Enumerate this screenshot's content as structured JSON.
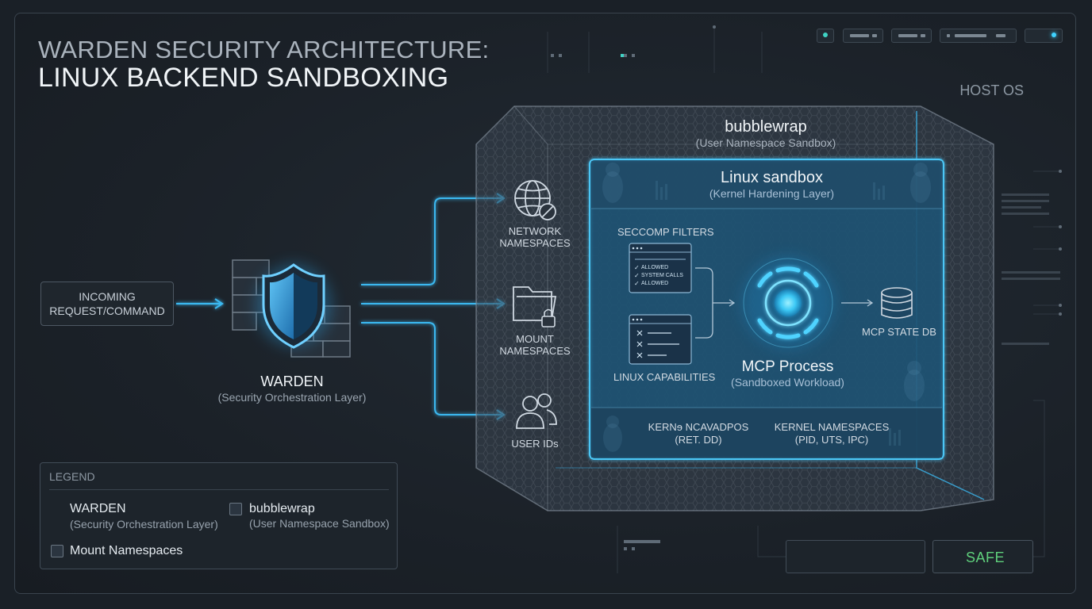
{
  "title": {
    "line1": "WARDEN SECURITY ARCHITECTURE:",
    "line2": "LINUX BACKEND SANDBOXING"
  },
  "incoming": {
    "label": "INCOMING REQUEST/COMMAND"
  },
  "warden": {
    "name": "WARDEN",
    "subtitle": "(Security Orchestration Layer)"
  },
  "host": {
    "label": "HOST OS"
  },
  "namespaces": {
    "network": "NETWORK NAMESPACES",
    "mount": "MOUNT NAMESPACES",
    "user": "USER IDs"
  },
  "bubblewrap": {
    "title": "bubblewrap",
    "subtitle": "(User Namespace Sandbox)"
  },
  "linux_sandbox": {
    "title": "Linux sandbox",
    "subtitle": "(Kernel Hardening Layer)"
  },
  "seccomp": {
    "title": "SECCOMP FILTERS",
    "items": [
      "ALLOWED",
      "SYSTEM CALLS",
      "ALLOWED"
    ]
  },
  "capabilities": {
    "title": "LINUX CAPABILITIES"
  },
  "mcp": {
    "title": "MCP Process",
    "subtitle": "(Sandboxed Workload)"
  },
  "state_db": {
    "label": "MCP STATE DB"
  },
  "kernel": {
    "left_line1": "KERNɘ NCAVADPOS",
    "left_line2": "(RET. DD)",
    "right_line1": "KERNEL NAMESPACES",
    "right_line2": "(PID, UTS, IPC)"
  },
  "legend": {
    "title": "LEGEND",
    "warden_name": "WARDEN",
    "warden_sub": "(Security Orchestration Layer)",
    "bubblewrap_name": "bubblewrap",
    "bubblewrap_sub": "(User Namespace Sandbox)",
    "mount_name": "Mount Namespaces"
  },
  "status": {
    "safe": "SAFE"
  },
  "colors": {
    "accent": "#3bb8f0",
    "glow": "#4fd3ff",
    "safe": "#5fd07c",
    "panel": "#1d242b"
  }
}
